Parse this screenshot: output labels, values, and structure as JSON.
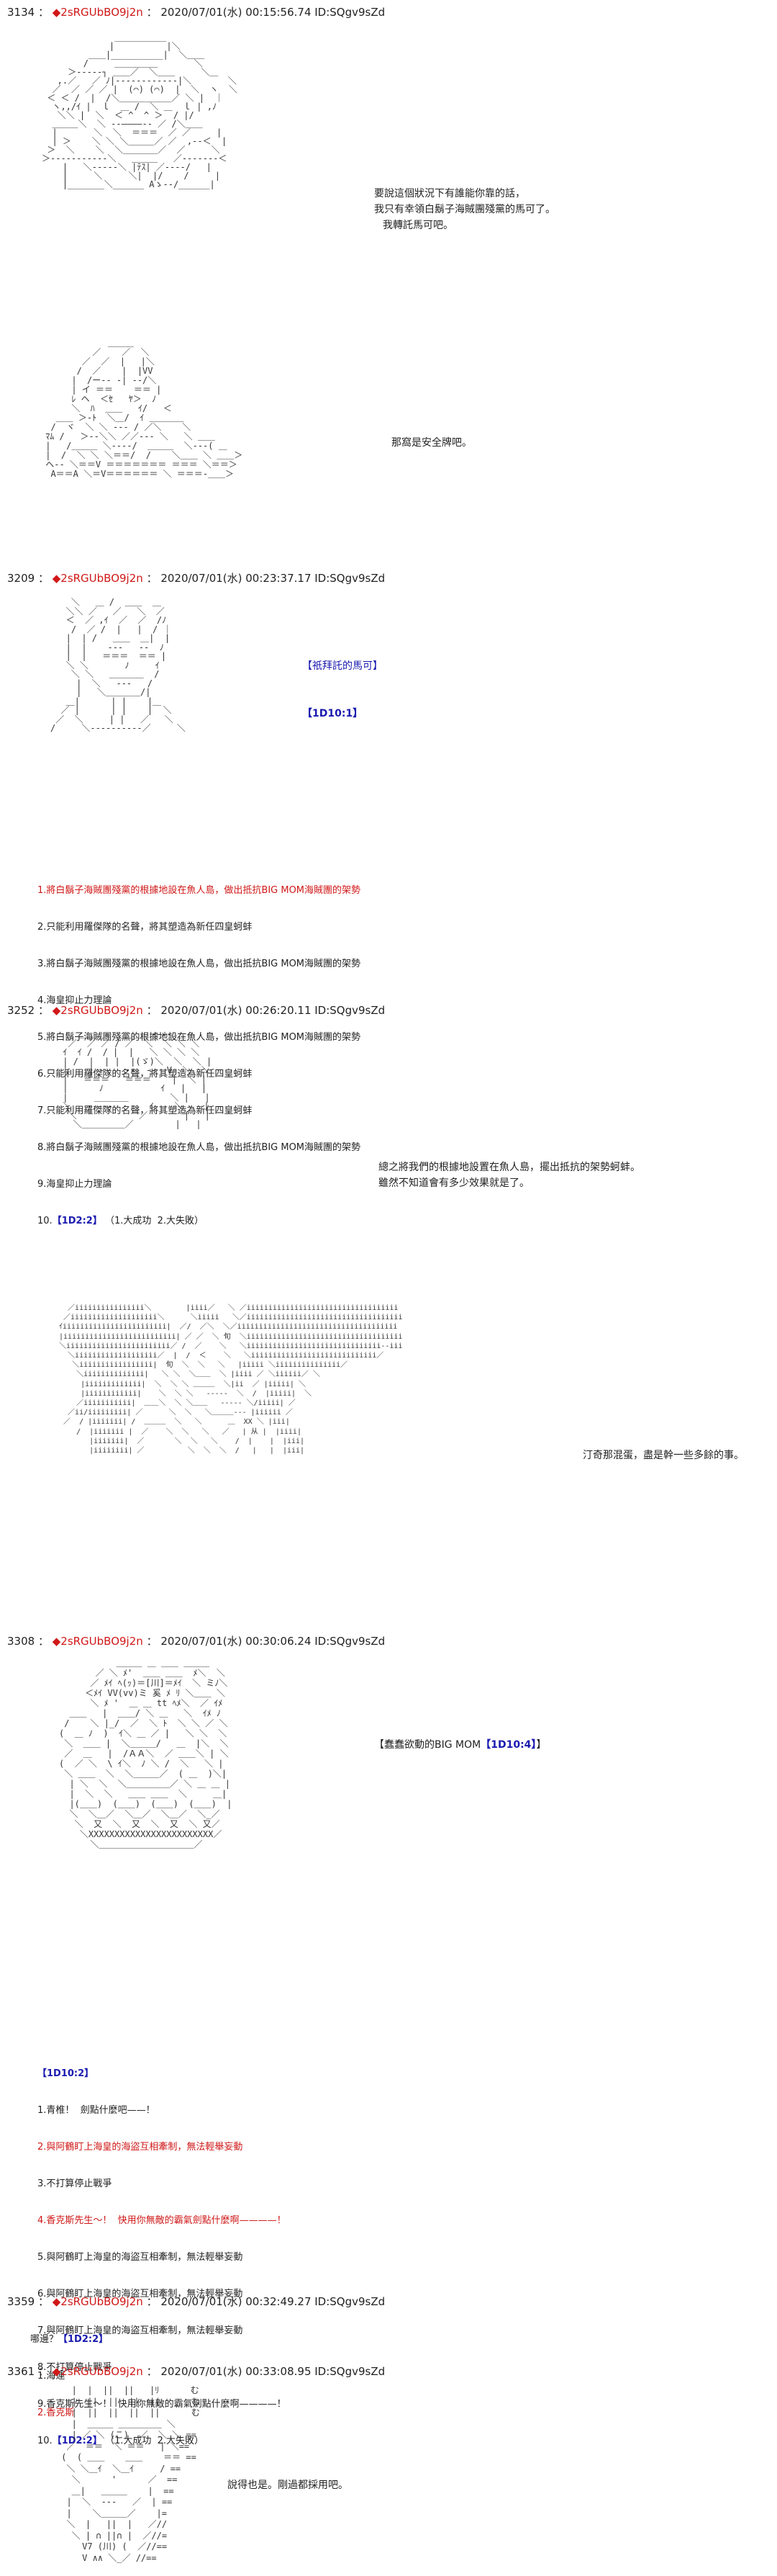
{
  "posts": [
    {
      "header": {
        "num": "3134",
        "sep": " ： ",
        "name": "◆2sRGUbBO9j2n",
        "meta": "： 2020/07/01(水) 00:15:56.74 ID:SQgv9sZd"
      },
      "aa1": "              ＿＿＿＿＿＿\n             |          |＼\n         ＿＿|__________|  ＼＿＿\n        /     ＿＿＿＿＿       ＼\n     ＞‐‐‐‐‐┐ ＿＿／  ＼＿＿     ＼＿\n   ,.／   ／ ﾉ|‐‐‐‐‐‐‐‐‐‐‐‐|＼       ＼\n  ／  ／ ／ ／ |  (⌒) (⌒)  |  ＼  ヽ  ＼\n ＜ ＜ /  |  /＼＿＿＿＿＿＿／ ＼ |  ｜\n  ヽ,,/ｲ |  ｌ  ＿ /  ＼ ＿  ｌ | ,ﾉ\n   ＼＼ |  ＼  ＜ ^  ^ ＞  / |/\n  ＿＿＿＼  ＼ ‐‐――――‐‐ ／ /＼＿＿\n  |       ＼  ＼  ＝＝＝  ／ ／     |\n  | ＞    ＼ ＼ ＼＿＿＿／ ／  ,-‐＜  |\n ＞  ＼    ＼  ＼＿＿＿＿／  ／     ＼\n＞‐‐‐‐‐‐‐‐‐‐‐＼   ＿＿＿   ／‐‐‐‐‐‐‐＜\n    |   ＼‐‐‐‐‐＼ |ﾃｽ| ／‐‐‐‐/   |\n    |     ＼     ＼|  |/    /     |\n    |_______＼______ Aゝ‐‐/______|",
      "say1": [
        "要說這個狀況下有誰能你靠的話，",
        "我只有幸領白鬍子海賊團殘黨的馬可了。",
        "我轉託馬可吧。"
      ],
      "aa2": "             ＿＿＿\n          ／    ／  ＼\n        ／  ／  |   |＼\n       /  ／    |  |VV\n      |  /ー‐‐ ‐| ‐‐/＼\n      | イ ＝＝    ＝＝ |\n      ﾚ ヘ  ＜ｾ   ﾔ＞  ﾉ\n      ＼  ﾊ  ＿＿   ｲ/   ＜\n   ＿＿ ＞‐ﾄ  ＼＿/  ｲ ＿＿＿＿\n  /  ヾ  ＼ ＼ ‐‐‐ / ／＼    ＼\n ﾏﾑ /   ＞‐‐＼＼ ／／‐‐‐ ＼   ＼ ＿＿\n |   /＿＿＿ ＼‐‐‐‐/  ＿＿＿  ＼‐‐‐( ＿\n |  /  ＼ ＼ ＼＝＝/  /    ＼＿＿ ＼ ＿＿＞\n ヘ‐‐ ＼＝＝V ＝＝＝＝＝＝＝ ＝＝＝ ＼＝＝＞\n  A＝＝A ＼＝V＝＝＝＝＝＝ ＼ ＝＝＝‐＿＿＞",
      "say2": [
        "那窩是安全牌吧。"
      ]
    },
    {
      "header": {
        "num": "3209",
        "sep": " ： ",
        "name": "◆2sRGUbBO9j2n",
        "meta": "： 2020/07/01(水) 00:23:37.17 ID:SQgv9sZd"
      },
      "aa1": "    ＼   ＿ /  ＿＿  ＿\n   ＼＼ ／   ／   ＼  ／\n   ＜  ／ ,ｲ  ／  ／  /ﾉ\n    /  ／ /  |   |  / ｜\n   |  | /   ＿＿  ＿|  |\n   |  |    ‐‐‐   ‐‐  ﾉ\n   |  |   ＝＝＝  ＝＝ |\n   ＼ ＼       ﾉ     ｲ\n    ＼ ＼   ＿＿＿＿  /\n     |  ＼   ‐‐‐   /\n     |   ＼＿＿＿＿/|\n   ＿|      | |    |＿\n  ／ |      | |    |  ＼\n ／  ＼     | |   ／   ＼\n/     ＼‐‐‐‐‐‐‐‐‐‐／     ＼",
      "say1": [
        "【祇拜託的馬可】"
      ],
      "roll1": "【1D10:1】",
      "list": [
        {
          "t": "1.將白鬍子海賊團殘黨的根據地設在魚人島，做出抵抗BIG MOM海賊團的架勢",
          "hi": true
        },
        {
          "t": "2.只能利用羅傑隊的名聲，將其塑造為新任四皇蚵蚌",
          "hi": false
        },
        {
          "t": "3.將白鬍子海賊團殘黨的根據地設在魚人島，做出抵抗BIG MOM海賊團的架勢",
          "hi": false
        },
        {
          "t": "4.海皇抑止力理論",
          "hi": false
        },
        {
          "t": "5.將白鬍子海賊團殘黨的根據地設在魚人島，做出抵抗BIG MOM海賊團的架勢",
          "hi": false
        },
        {
          "t": "6.只能利用羅傑隊的名聲，將其塑造為新任四皇蚵蚌",
          "hi": false
        },
        {
          "t": "7.只能利用羅傑隊的名聲，將其塑造為新任四皇蚵蚌",
          "hi": false
        },
        {
          "t": "8.將白鬍子海賊團殘黨的根據地設在魚人島，做出抵抗BIG MOM海賊團的架勢",
          "hi": false
        },
        {
          "t": "9.海皇抑止力理論",
          "hi": false
        }
      ],
      "roll2_pre": "10.",
      "roll2": "【1D2:2】",
      "roll2_post": "（1.大成功  2.大失敗）"
    },
    {
      "header": {
        "num": "3252",
        "sep": " ： ",
        "name": "◆2sRGUbBO9j2n",
        "meta": "： 2020/07/01(水) 00:26:20.11 ID:SQgv9sZd"
      },
      "aa1": "    ＿＿ ＿  ＿＿＿ ‐‐‐‐ ＿\n  ／  ／ ／ / ／  ＼  ＼ ＼ ＼\n ｲ  ｲ /  / |  |   ＼ ＼ ＼ ＼\n | /  |  | |  |(ゞ)＼  ＼  ＼ |\n |    | ‐‐   ‐‐  ‐‐  V  ＼  ＼\n |   ＝＝＝   ＝＝＝    |  ＼ |\n |      ﾉ           ｲ   |   |\n |     ＿＿＿＿        ＼ |   |\n ＼   ‐‐‐‐‐       ｲ    ＼    |\n  ＼            ／       |   |\n   ＼＿＿＿＿＿／        |   |",
      "say1": [
        "總之將我們的根據地設置在魚人島，擺出抵抗的架勢蚵蚌。",
        "雖然不知道會有多少效果就是了。"
      ],
      "aa2": "   ／iiiiiiiiiiiiiiii＼        |iiii／   ＼ ／iiiiiiiiiiiiiiiiiiiiiiiiiiiiiiiiiii\n  ／iiiiiiiiiiiiiiiiiiii＼      ＼iiiii   ＼／iiiiiiiiiiiiiiiiiiiiiiiiiiiiiiiiiiii\n ｲiiiiiiiiiiiiiiiiiiiiiiii|  ／/  ／＼  ＼／iiiiiiiiiiiiiiiiiiiiiiiiiiiiiiiiiiiii\n |iiiiiiiiiiiiiiiiiiiiiiiiii| ／ ／  ＼ 旬  ＼iiiiiiiiiiiiiiiiiiiiiiiiiiiiiiiiiiii\n ＼iiiiiiiiiiiiiiiiiiiiiiii／ /  ／    ＼   ＼iiiiiiiiiiiiiiiiiiiiiiiiiiiiiii‐‐iii\n   ＼iiiiiiiiiiiiiiiiiii／  |  /  ＜    ＼   ＼iiiiiiiiiiiiiiiiiiiiiiiiiiiii／\n    ＼iiiiiiiiiiiiiiiii|  旬  ＼  ＼   ＼   |iiiii ＼iiiiiiiiiiiiiii／\n     ＼iiiiiiiiiiiiii|   ＼ ＼  ＼＿＿  ＼ |iiii ／ ＼iiiiii／ ＼\n      |iiiiiiiiiiiii|  ＼  ＼ ＼ ＿＿＿  ＼|ii  ／ |iiiii| ＼\n      |iiiiiiiiiiii|    ＼  ＼ ＼   ‐‐‐‐‐  ＼  /  |iiiii|  ＼\n     ／iiiiiiiiiii|  ＿＿＼  ＼ ＼＿＿   ‐‐‐‐‐ ＼/iiiii| ／\n   ／ii/iiiiiiiii| ／      ＼  ＼   ＼＿＿＿‐‐‐ |iiiiii ／ \n  ／  / |iiiiiii| /  ＿＿＿  ＼   ＼      ＿  XX ＼ |iii|\n     /  |iiiiiii |  ／    ＼  ＼   ＼   ／   | 从 |  |iiii|\n        |iiiiiii|  ／       ＼  ＼   ＼    /  |    |  |iii|\n        |iiiiiiii| ／          ＼  ＼  ＼  /   |   |  |iii|",
      "say2": [
        "汀奇那混蛋，盡是幹一些多餘的事。"
      ]
    },
    {
      "header": {
        "num": "3308",
        "sep": " ： ",
        "name": "◆2sRGUbBO9j2n",
        "meta": "： 2020/07/01(水) 00:30:06.24 ID:SQgv9sZd"
      },
      "aa1": "           ＿＿＿ ＿ ＿＿ ＿＿＿\n       ／ ＼ ﾒ'  ＿＿ ＿＿  ﾒ＼  ＼\n      ／ ﾒｲ ﾍ(ｯ)＝[川]＝ﾒｲ  ＼ ミﾉ＼\n     ＜ﾒｲ VV(vv)ミ 奚 ﾒ ﾘ ＼＿＿ ＼\n      ＼ ﾒ '  ＿ ＿ tt ﾍﾒ＼  ／ ｲﾒ\n  ＿＿   |  ＿＿/ ＼ ＿   ＼  ｲﾒ ﾉ\n /    ＼ |_/  ／  ＼ ﾄ  ＼ ＼ ／ ＼\n(  ＿ ﾉ  )  ｲ＼ ＿ ／ |   ＼ ＼  ＼\n ＼  ＿＿ |  ＼＿＿＿/   ＿  |＼  ＼\n ／  ＿   |  /ＡＡ＼  ／ ＿＿＼ | ＼\n(  ／ ＼  \\ ｲ＼  ﾉ ＼ /  ＼   ＼ |\n ＼ ＿＿  ＼  ＼＿＿＿／  ( ＿  )＼|\n  | ＼  ＼  ＼＿＿＿＿＿／ ＼ ＿ ＿ |\n  |  ＼  ＼   ＿＿ ＿＿  ＼     ＿|\n  |(＿＿)  (＿＿)  (＿＿)  (＿＿)  |\n  ＼  ＼＿／  ＼＿／  ＼＿／  ＼_／\n   ＼  又  ＼  又  ＼  又  ＼ 又／\n    ＼XXXXXXXXXXXXXXXXXXXXXXXX／\n      ＼＿＿＿＿＿＿＿＿＿＿＿／",
      "say1_pre": "【蠢蠢欲動的BIG MOM",
      "say1_roll": "【1D10:4】",
      "say1_post": "】",
      "roll1": "【1D10:2】",
      "list": [
        {
          "t": "1.青椎！  劍點什麼吧——！",
          "hi": false
        },
        {
          "t": "2.與阿鶴盯上海皇的海盜互相牽制，無法輕舉妄動",
          "hi": true
        },
        {
          "t": "3.不打算停止戰爭",
          "hi": false
        },
        {
          "t": "4.香克斯先生～！  快用你無敵的霸氣劍點什麼啊————！",
          "hi": true
        },
        {
          "t": "5.與阿鶴盯上海皇的海盜互相牽制，無法輕舉妄動",
          "hi": false
        },
        {
          "t": "6.與阿鶴盯上海皇的海盜互相牽制，無法輕舉妄動",
          "hi": false
        },
        {
          "t": "7.與阿鶴盯上海皇的海盜互相牽制，無法輕舉妄動",
          "hi": false
        },
        {
          "t": "8.不打算停止戰爭",
          "hi": false
        },
        {
          "t": "9.香克斯先生～！  快用你無敵的霸氣劍點什麼啊————！",
          "hi": false
        }
      ],
      "roll2_pre": "10.",
      "roll2": "【1D2:2】",
      "roll2_post": "（1.大成功  2.大失敗）"
    },
    {
      "header": {
        "num": "3359",
        "sep": " ： ",
        "name": "◆2sRGUbBO9j2n",
        "meta": "： 2020/07/01(水) 00:32:49.27 ID:SQgv9sZd"
      },
      "q_pre": "哪邊？",
      "q_roll": "【1D2:2】",
      "opt1": "1.海運",
      "opt2": "2.香克斯"
    },
    {
      "header": {
        "num": "3361",
        "sep": " ： ",
        "name": "◆2sRGUbBO9j2n",
        "meta": "： 2020/07/01(水) 00:33:08.95 ID:SQgv9sZd"
      },
      "aa1": "   |  |  ||  ||   |ﾘ      む\n   |  ||  ||  ||  |(      む\n   |  ||  ||  ||  ||      む\n   |  ＿＿＿ ＿＿＿＿＿ ＼\n   | ／ ＼ (こ)  ／  ＼ ＼ ==\n  ／  ＝＝  ＼ ＝＝   | ＼==\n (  ( ＿＿    ＿＿    ＝＝ ==\n  ＼ ＼＿ｲ  ＼＿ｲ     / ==\n   ＼      '      ／  ==\n   ＿|   ＿＿＿    |  ==\n  |  ＼  ‐‐‐   ／  | ==\n  |    ＼＿＿＿／    |=\n  ＼  |   ||  |   ／//\n   ＼ | ∩ ||∩ |  ／//=\n     V7 (川) (  ／//==\n     V ∧∧ ＼_／ //==",
      "say1": [
        "說得也是。剛過都採用吧。"
      ]
    }
  ]
}
